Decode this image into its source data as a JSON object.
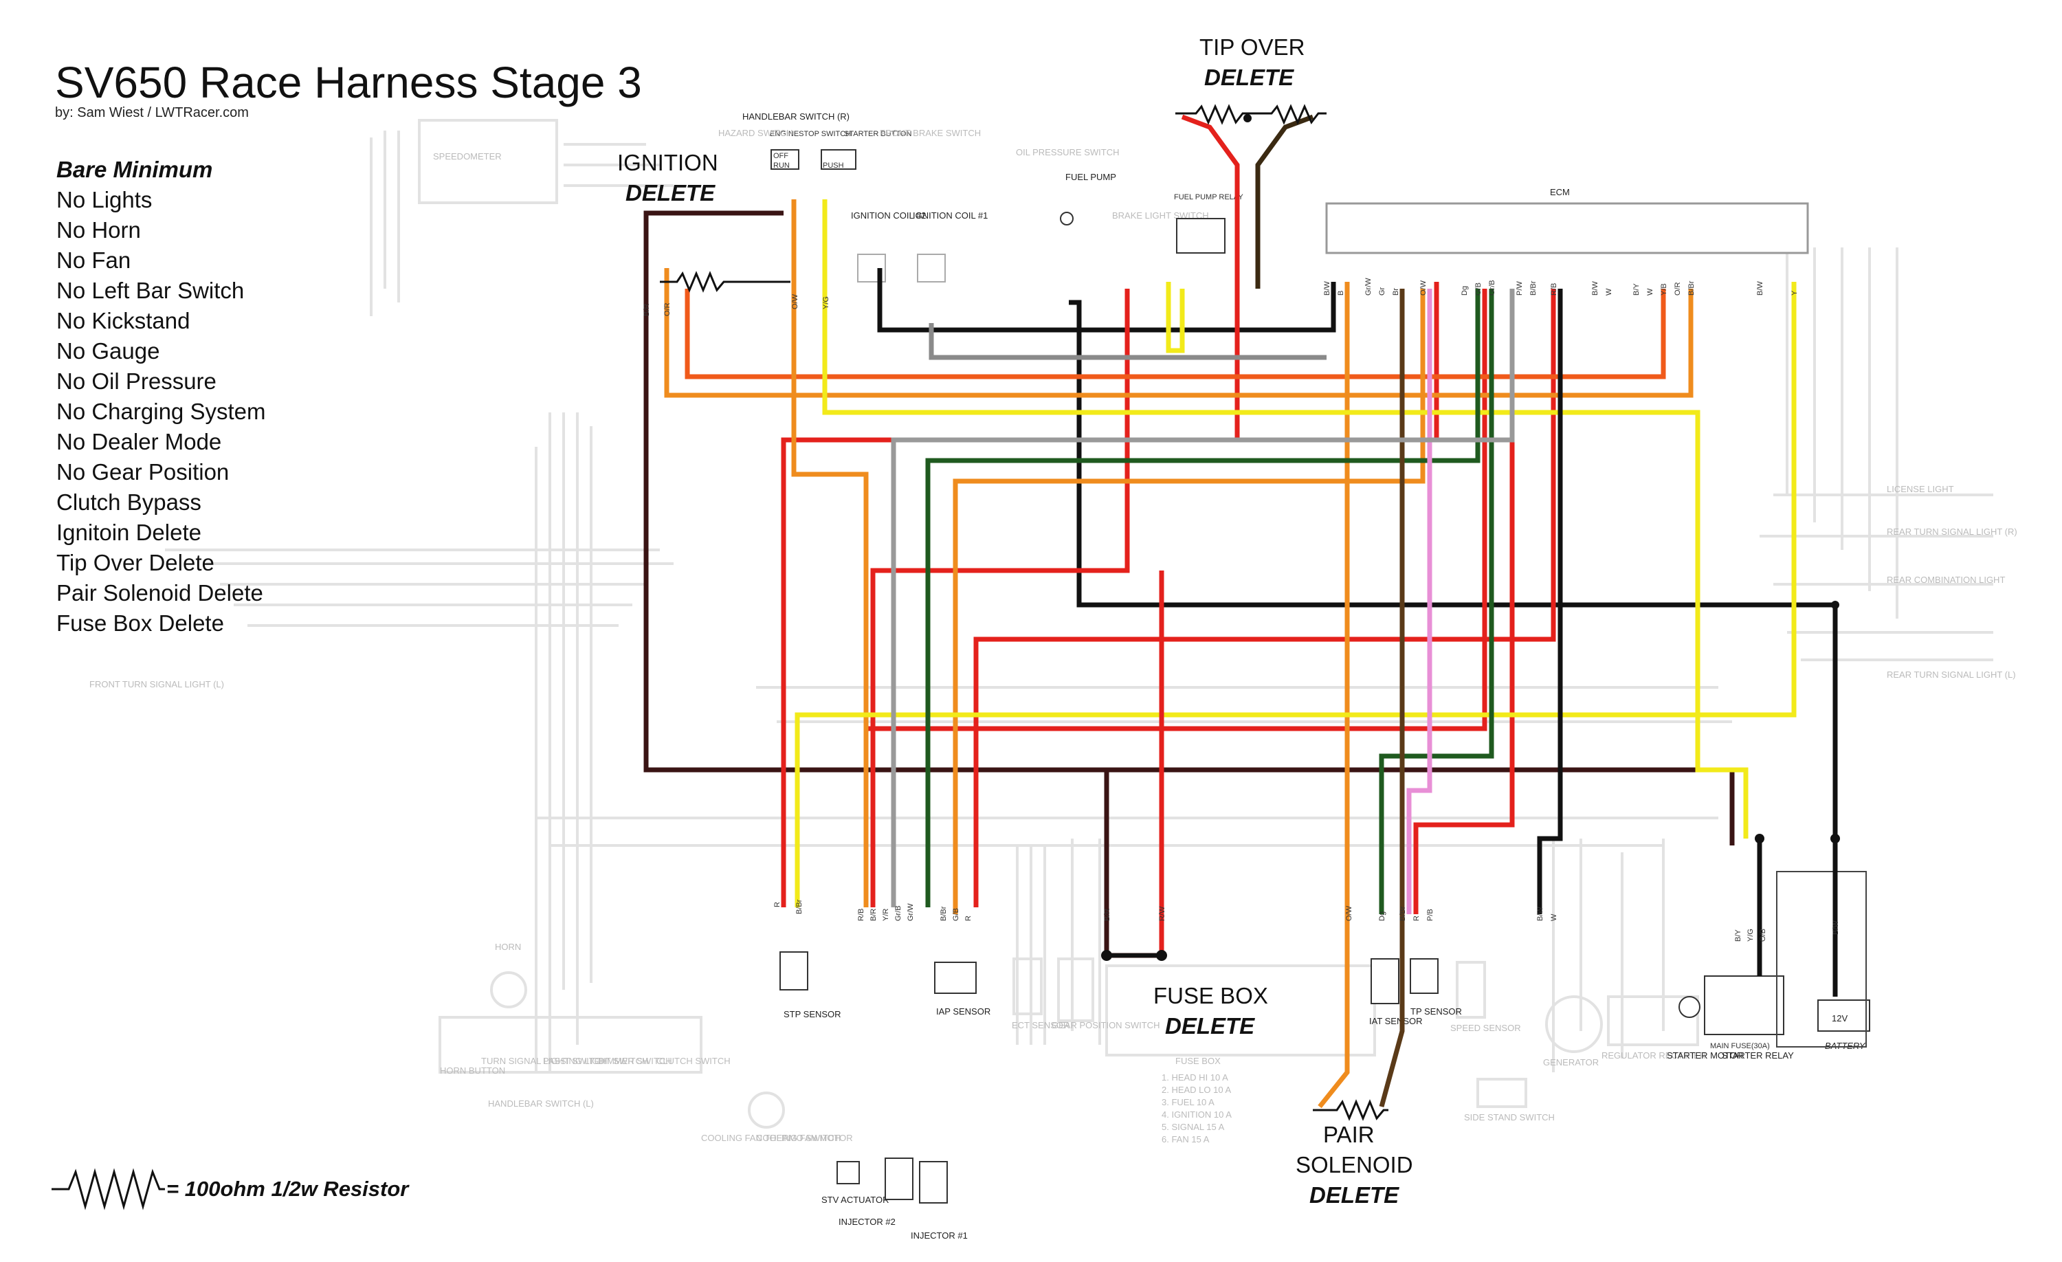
{
  "title": "SV650 Race Harness  Stage 3",
  "byline": "by: Sam Wiest   /   LWTRacer.com",
  "mods_heading": "Bare Minimum",
  "mods": [
    "No Lights",
    "No Horn",
    "No Fan",
    "No Left Bar Switch",
    "No Kickstand",
    "No Gauge",
    "No Oil Pressure",
    "No Charging System",
    "No Dealer Mode",
    "No Gear Position",
    "Clutch Bypass",
    "Ignitoin Delete",
    "Tip Over Delete",
    "Pair Solenoid Delete",
    "Fuse Box Delete"
  ],
  "legend_text": "= 100ohm 1/2w Resistor",
  "callouts": {
    "tip_over": {
      "line1": "TIP OVER",
      "line2": "DELETE"
    },
    "ignition": {
      "line1": "IGNITION",
      "line2": "DELETE"
    },
    "fuse_box": {
      "line1": "FUSE BOX",
      "line2": "DELETE"
    },
    "pair": {
      "line1": "PAIR",
      "line2": "SOLENOID",
      "line3": "DELETE"
    }
  },
  "components": {
    "handlebar_switch_r": "HANDLEBAR SWITCH (R)",
    "hazard_switch": "HAZARD SWITCH",
    "engine_stop_switch": "ENGINESTOP SWITCH",
    "starter_button": "STARTER BUTTON",
    "front_brake_switch": "FRONT BRAKE SWITCH",
    "off": "OFF",
    "run": "RUN",
    "push": "PUSH",
    "oil_pressure_switch": "OIL PRESSURE SWITCH",
    "fuel_pump": "FUEL PUMP",
    "fuel_pump_relay": "FUEL PUMP RELAY",
    "brake_light_switch": "BRAKE LIGHT SWITCH",
    "ignition_coil_2": "IGNITION COIL #2",
    "ignition_coil_1": "IGNITION COIL #1",
    "ecm": "ECM",
    "speedometer": "SPEEDOMETER",
    "license_light": "LICENSE LIGHT",
    "rear_turn_r": "REAR TURN SIGNAL LIGHT (R)",
    "rear_combination": "REAR COMBINATION LIGHT",
    "rear_turn_l": "REAR TURN SIGNAL LIGHT (L)",
    "front_turn_l": "FRONT TURN SIGNAL LIGHT (L)",
    "stp_sensor": "STP SENSOR",
    "stv_actuator": "STV ACTUATOR",
    "injector_2": "INJECTOR #2",
    "injector_1": "INJECTOR #1",
    "iap_sensor": "IAP SENSOR",
    "ect_sensor": "ECT SENSOR",
    "gear_position_switch": "GEAR POSITION SWITCH",
    "iat_sensor": "IAT SENSOR",
    "tp_sensor": "TP SENSOR",
    "speed_sensor": "SPEED SENSOR",
    "generator": "GENERATOR",
    "regulator_rectifier": "REGULATOR RECTIFIER",
    "side_stand_switch": "SIDE STAND SWITCH",
    "starter_motor": "STARTER MOTOR",
    "starter_relay": "STARTER RELAY",
    "main_fuse": "MAIN FUSE(30A)",
    "battery": "BATTERY",
    "battery_voltage": "12V",
    "horn": "HORN",
    "horn_button": "HORN BUTTON",
    "turn_signal_switch": "TURN SIGNAL LIGHT SWITCH",
    "passing_light_switch": "PASSING LIGHT SWITCH",
    "dimmer_switch": "DIMMER SWITCH",
    "clutch_switch": "CLUTCH SWITCH",
    "handlebar_switch_l": "HANDLEBAR SWITCH (L)",
    "cooling_fan_thermo": "COOLING FAN THERMO SWITCH",
    "cooling_fan_motor": "COOLING FAN MOTOR",
    "fuse_box": "FUSE BOX",
    "fuse_list": [
      "1. HEAD HI   10 A",
      "2. HEAD LO   10 A",
      "3. FUEL      10 A",
      "4. IGNITION  10 A",
      "5. SIGNAL    15 A",
      "6. FAN       15 A"
    ]
  },
  "wire_labels": {
    "stp": [
      "R",
      "B/Br"
    ],
    "inj": [
      "R/B",
      "B/R",
      "Y/R",
      "Gr/B",
      "Gr/W"
    ],
    "iap": [
      "B/Br",
      "G/B",
      "R"
    ],
    "fuse": [
      "B/R",
      "R/W"
    ],
    "pair": [
      "O/W"
    ],
    "iat": [
      "Dg",
      "B/Br"
    ],
    "tp": [
      "R",
      "P/B"
    ],
    "speed": [
      "B/W",
      "W"
    ],
    "starter": [
      "B/Y",
      "Y/G",
      "O/B"
    ],
    "battery": [
      "B/W"
    ],
    "ign": [
      "B/R",
      "O/R",
      "O/W",
      "Y/G"
    ],
    "ecm": [
      "B/W",
      "B",
      "Gr/W",
      "Gr",
      "Br",
      "O/W",
      "Dg",
      "G/B",
      "Gr/B",
      "P/W",
      "B/Br",
      "R/B",
      "B/W",
      "W",
      "B/Y",
      "W",
      "Y/B",
      "O/R",
      "B/Br",
      "B/W",
      "Y"
    ]
  },
  "colors": {
    "red": "#e4211c",
    "yellow": "#f2ea1a",
    "orange": "#ef8c1e",
    "black": "#111111",
    "dark_green": "#1f5a1f",
    "brown": "#5a3a18",
    "pink": "#e88fd6",
    "gray": "#9a9a9a",
    "faint": "#dddddd"
  }
}
